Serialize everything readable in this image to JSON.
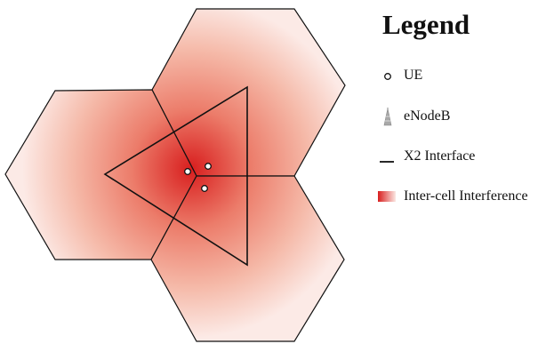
{
  "legend": {
    "title": "Legend",
    "items": [
      {
        "symbol": "ue-dot",
        "label": "UE"
      },
      {
        "symbol": "tower-icon",
        "label": "eNodeB"
      },
      {
        "symbol": "line",
        "label": "X2 Interface"
      },
      {
        "symbol": "gradient",
        "label": "Inter-cell Interference"
      }
    ]
  },
  "colors": {
    "interference_strong": "#d81e1e",
    "interference_light": "#fbe7e3",
    "edge": "#111111",
    "tower": "#9a9a9a"
  }
}
